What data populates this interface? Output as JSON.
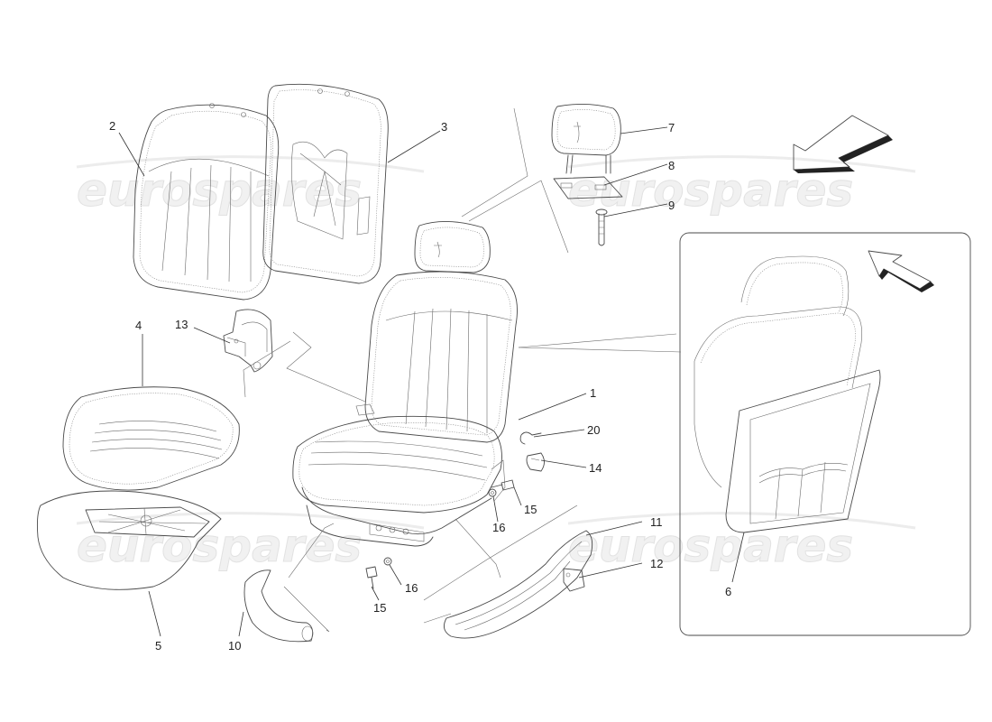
{
  "watermark": {
    "text": "eurospares"
  },
  "callouts": [
    {
      "id": "1",
      "label": "1"
    },
    {
      "id": "2",
      "label": "2"
    },
    {
      "id": "3",
      "label": "3"
    },
    {
      "id": "4",
      "label": "4"
    },
    {
      "id": "5",
      "label": "5"
    },
    {
      "id": "6",
      "label": "6"
    },
    {
      "id": "7",
      "label": "7"
    },
    {
      "id": "8",
      "label": "8"
    },
    {
      "id": "9",
      "label": "9"
    },
    {
      "id": "10",
      "label": "10"
    },
    {
      "id": "11",
      "label": "11"
    },
    {
      "id": "12",
      "label": "12"
    },
    {
      "id": "13",
      "label": "13"
    },
    {
      "id": "14",
      "label": "14"
    },
    {
      "id": "15a",
      "label": "15"
    },
    {
      "id": "15b",
      "label": "15"
    },
    {
      "id": "16a",
      "label": "16"
    },
    {
      "id": "16b",
      "label": "16"
    },
    {
      "id": "20",
      "label": "20"
    }
  ]
}
